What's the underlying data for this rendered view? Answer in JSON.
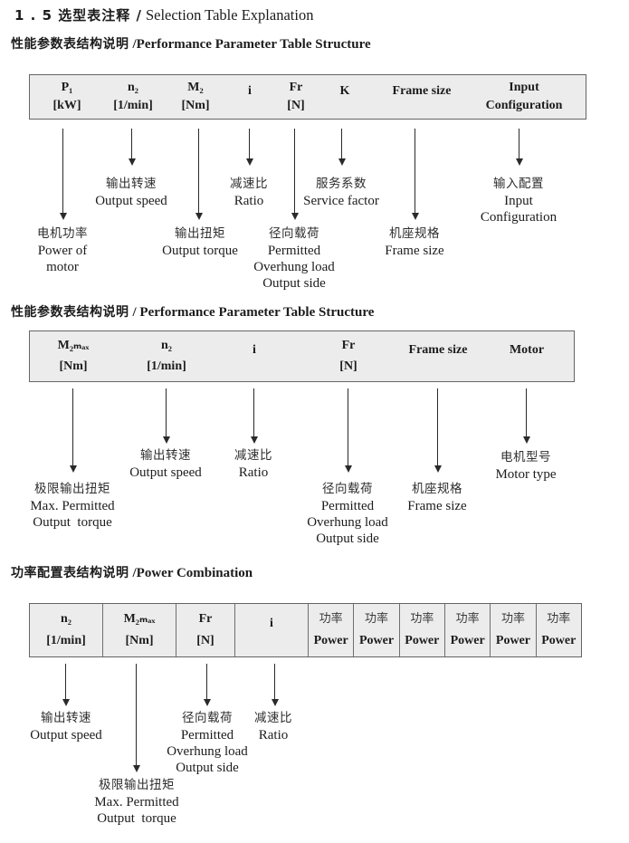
{
  "title": {
    "zh": "1 . 5 选型表注释 /",
    "en": "Selection Table Explanation"
  },
  "s1": {
    "heading_zh": "性能参数表结构说明",
    "heading_en": "/Performance Parameter Table Structure",
    "cols": [
      {
        "l1": "P₁",
        "l2": "[kW]"
      },
      {
        "l1": "n₂",
        "l2": "[1/min]"
      },
      {
        "l1": "M₂",
        "l2": "[Nm]"
      },
      {
        "l1": "i",
        "l2": ""
      },
      {
        "l1": "Fr",
        "l2": "[N]"
      },
      {
        "l1": "K",
        "l2": ""
      },
      {
        "l1": "Frame size",
        "l2": ""
      },
      {
        "l1": "Input",
        "l2": "Configuration"
      }
    ],
    "callouts": [
      {
        "lines": [
          "电机功率",
          "Power of",
          "motor"
        ]
      },
      {
        "lines": [
          "输出转速",
          "Output speed"
        ]
      },
      {
        "lines": [
          "输出扭矩",
          "Output torque"
        ]
      },
      {
        "lines": [
          "减速比",
          "Ratio"
        ]
      },
      {
        "lines": [
          "径向载荷",
          "Permitted",
          "Overhung load",
          "Output side"
        ]
      },
      {
        "lines": [
          "服务系数",
          "Service factor"
        ]
      },
      {
        "lines": [
          "机座规格",
          "Frame size"
        ]
      },
      {
        "lines": [
          "输入配置",
          "Input",
          "Configuration"
        ]
      }
    ]
  },
  "s2": {
    "heading_zh": "性能参数表结构说明",
    "heading_en": "/ Performance Parameter Table Structure",
    "cols": [
      {
        "l1": "M₂ₘₐₓ",
        "l2": "[Nm]"
      },
      {
        "l1": "n₂",
        "l2": "[1/min]"
      },
      {
        "l1": "i",
        "l2": ""
      },
      {
        "l1": "Fr",
        "l2": "[N]"
      },
      {
        "l1": "Frame size",
        "l2": ""
      },
      {
        "l1": "Motor",
        "l2": ""
      }
    ],
    "callouts": [
      {
        "lines": [
          "极限输出扭矩",
          "Max. Permitted",
          "Output  torque"
        ]
      },
      {
        "lines": [
          "输出转速",
          "Output speed"
        ]
      },
      {
        "lines": [
          "减速比",
          "Ratio"
        ]
      },
      {
        "lines": [
          "径向载荷",
          "Permitted",
          "Overhung load",
          "Output side"
        ]
      },
      {
        "lines": [
          "机座规格",
          "Frame size"
        ]
      },
      {
        "lines": [
          "电机型号",
          "Motor type"
        ]
      }
    ]
  },
  "s3": {
    "heading_zh": "功率配置表结构说明",
    "heading_en": "/Power Combination",
    "cols": [
      {
        "l1": "n₂",
        "l2": "[1/min]"
      },
      {
        "l1": "M₂ₘₐₓ",
        "l2": "[Nm]"
      },
      {
        "l1": "Fr",
        "l2": "[N]"
      },
      {
        "l1": "i",
        "l2": ""
      },
      {
        "l1": "功率",
        "l2": "Power"
      },
      {
        "l1": "功率",
        "l2": "Power"
      },
      {
        "l1": "功率",
        "l2": "Power"
      },
      {
        "l1": "功率",
        "l2": "Power"
      },
      {
        "l1": "功率",
        "l2": "Power"
      },
      {
        "l1": "功率",
        "l2": "Power"
      }
    ],
    "callouts": [
      {
        "lines": [
          "输出转速",
          "Output speed"
        ]
      },
      {
        "lines": [
          "极限输出扭矩",
          "Max. Permitted",
          "Output  torque"
        ]
      },
      {
        "lines": [
          "径向载荷",
          "Permitted",
          "Overhung load",
          "Output side"
        ]
      },
      {
        "lines": [
          "减速比",
          "Ratio"
        ]
      }
    ]
  }
}
